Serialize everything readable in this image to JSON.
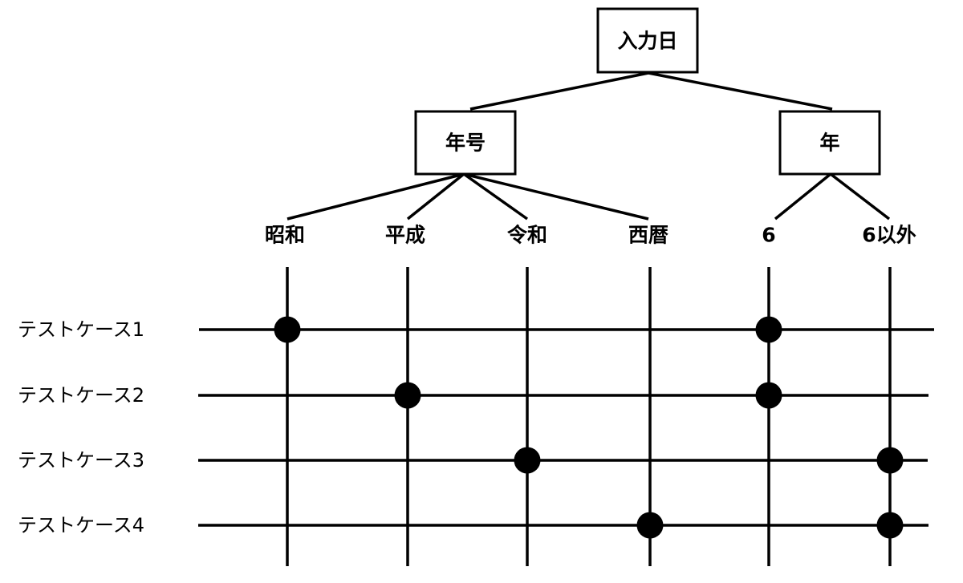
{
  "tree": {
    "root": {
      "label": "入力日"
    },
    "branches": [
      {
        "label": "年号",
        "leaves": [
          "昭和",
          "平成",
          "令和",
          "西暦"
        ]
      },
      {
        "label": "年",
        "leaves": [
          "6",
          "6以外"
        ]
      }
    ]
  },
  "test_cases": [
    {
      "label": "テストケース1",
      "selected": [
        "昭和",
        "6"
      ]
    },
    {
      "label": "テストケース2",
      "selected": [
        "平成",
        "6"
      ]
    },
    {
      "label": "テストケース3",
      "selected": [
        "令和",
        "6以外"
      ]
    },
    {
      "label": "テストケース4",
      "selected": [
        "西暦",
        "6以外"
      ]
    }
  ]
}
